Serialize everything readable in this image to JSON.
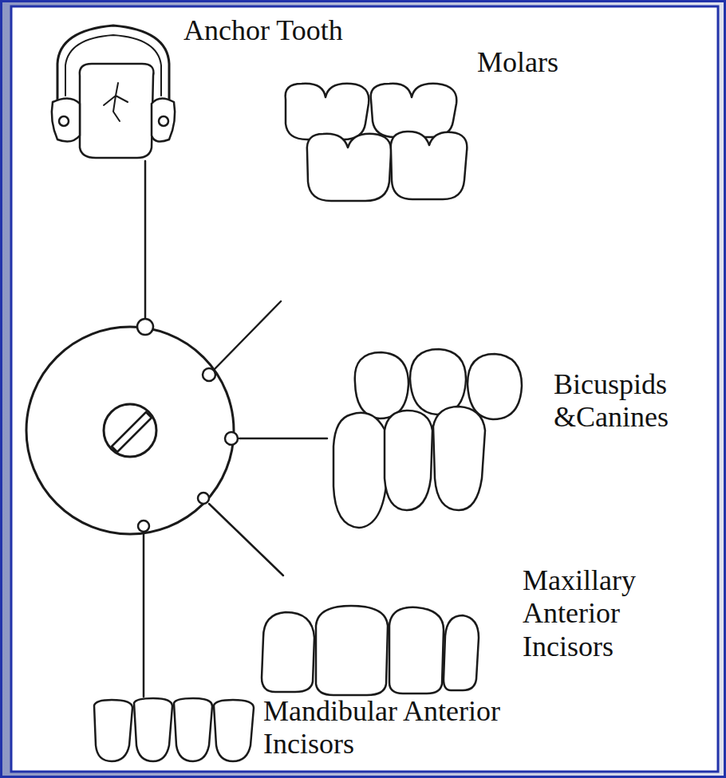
{
  "diagram": {
    "labels": [
      "Anchor Tooth",
      "Molars",
      "Bicuspids &Canines",
      "Maxillary Anterior Incisors",
      "Mandibular Anterior Incisors"
    ]
  }
}
